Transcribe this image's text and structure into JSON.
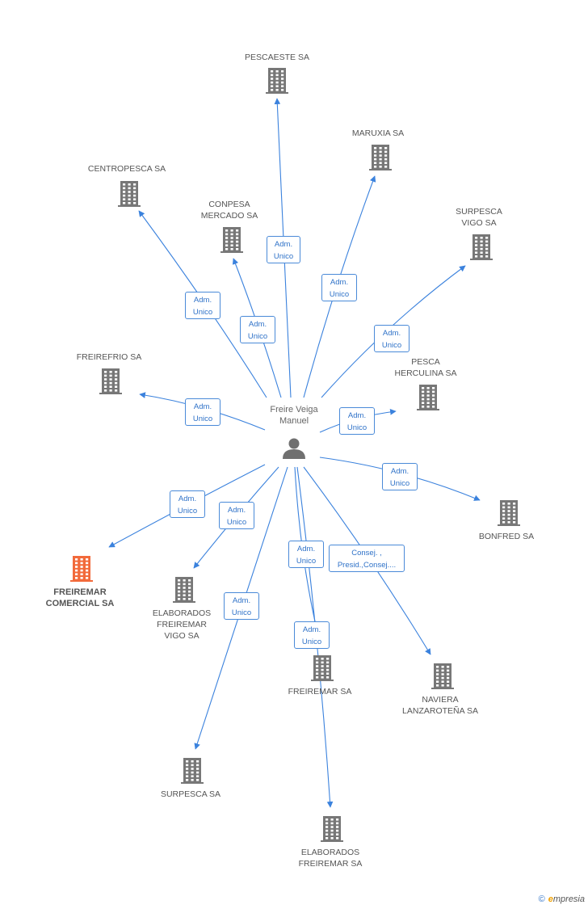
{
  "center": {
    "name": "Freire Veiga\nManuel",
    "icon": "person-icon"
  },
  "colors": {
    "edge": "#3b82dd",
    "building": "#777777",
    "highlight": "#f26a3b"
  },
  "nodes": [
    {
      "id": "pescaeste",
      "name": "PESCAESTE SA"
    },
    {
      "id": "maruxia",
      "name": "MARUXIA SA"
    },
    {
      "id": "centropesca",
      "name": "CENTROPESCA SA"
    },
    {
      "id": "conpesa",
      "name": "CONPESA\nMERCADO SA"
    },
    {
      "id": "surpesca-vigo",
      "name": "SURPESCA\nVIGO SA"
    },
    {
      "id": "freirefrio",
      "name": "FREIREFRIO SA"
    },
    {
      "id": "pesca-herculina",
      "name": "PESCA\nHERCULINA SA"
    },
    {
      "id": "bonfred",
      "name": "BONFRED SA"
    },
    {
      "id": "freiremar-comercial",
      "name": "FREIREMAR\nCOMERCIAL SA",
      "highlight": true
    },
    {
      "id": "elaborados-vigo",
      "name": "ELABORADOS\nFREIREMAR\nVIGO SA"
    },
    {
      "id": "freiremar",
      "name": "FREIREMAR SA"
    },
    {
      "id": "naviera",
      "name": "NAVIERA\nLANZAROTEÑA SA"
    },
    {
      "id": "surpesca",
      "name": "SURPESCA SA"
    },
    {
      "id": "elaborados",
      "name": "ELABORADOS\nFREIREMAR SA"
    }
  ],
  "edges": [
    {
      "to": "pescaeste",
      "label": "Adm.\nUnico"
    },
    {
      "to": "maruxia",
      "label": "Adm.\nUnico"
    },
    {
      "to": "centropesca",
      "label": "Adm.\nUnico"
    },
    {
      "to": "conpesa",
      "label": "Adm.\nUnico"
    },
    {
      "to": "surpesca-vigo",
      "label": "Adm.\nUnico"
    },
    {
      "to": "freirefrio",
      "label": "Adm.\nUnico"
    },
    {
      "to": "pesca-herculina",
      "label": "Adm.\nUnico"
    },
    {
      "to": "bonfred",
      "label": "Adm.\nUnico"
    },
    {
      "to": "freiremar-comercial",
      "label": "Adm.\nUnico"
    },
    {
      "to": "elaborados-vigo",
      "label": "Adm.\nUnico"
    },
    {
      "to": "surpesca",
      "label": "Adm.\nUnico"
    },
    {
      "to": "freiremar",
      "label": "Adm.\nUnico"
    },
    {
      "to": "elaborados",
      "label": "Adm.\nUnico"
    },
    {
      "to": "naviera",
      "label": "Consej. ,\nPresid.,Consej...."
    }
  ],
  "footer": {
    "copyright": "©",
    "brand_initial": "e",
    "brand_rest": "mpresia"
  }
}
